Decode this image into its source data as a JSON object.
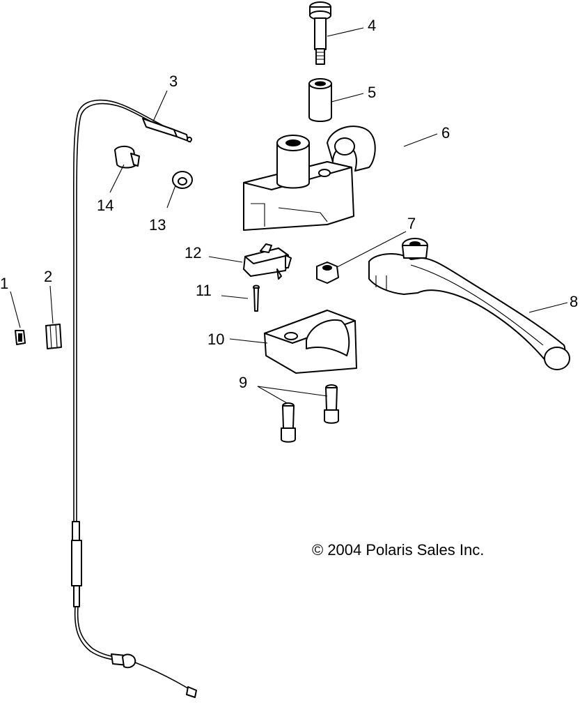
{
  "diagram": {
    "callouts": [
      {
        "id": "1",
        "label": "1"
      },
      {
        "id": "2",
        "label": "2"
      },
      {
        "id": "3",
        "label": "3"
      },
      {
        "id": "4",
        "label": "4"
      },
      {
        "id": "5",
        "label": "5"
      },
      {
        "id": "6",
        "label": "6"
      },
      {
        "id": "7",
        "label": "7"
      },
      {
        "id": "8",
        "label": "8"
      },
      {
        "id": "9",
        "label": "9"
      },
      {
        "id": "10",
        "label": "10"
      },
      {
        "id": "11",
        "label": "11"
      },
      {
        "id": "12",
        "label": "12"
      },
      {
        "id": "13",
        "label": "13"
      },
      {
        "id": "14",
        "label": "14"
      }
    ],
    "copyright": "© 2004 Polaris Sales Inc."
  }
}
